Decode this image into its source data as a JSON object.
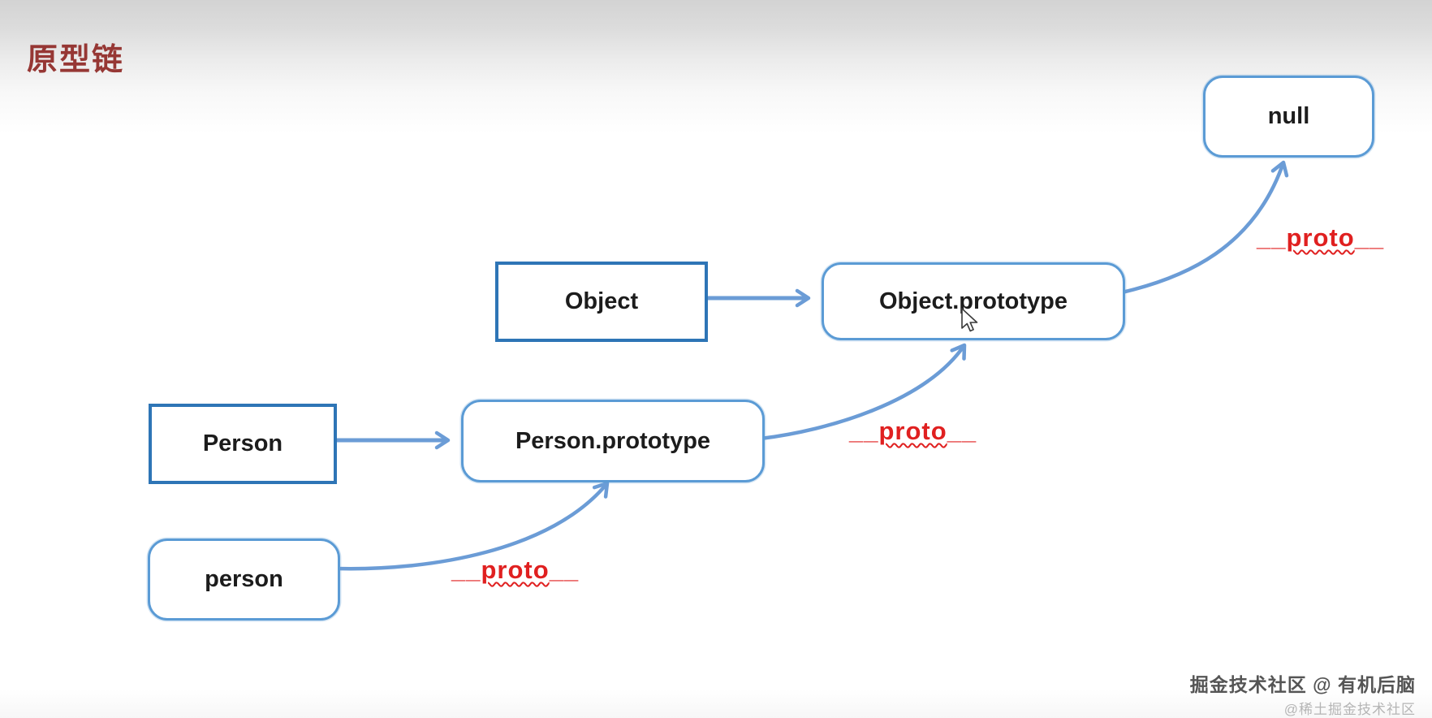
{
  "page": {
    "title": "原型链"
  },
  "nodes": {
    "person": {
      "label": "person"
    },
    "Person": {
      "label": "Person"
    },
    "personProto": {
      "label": "Person.prototype"
    },
    "Object": {
      "label": "Object"
    },
    "objectProto": {
      "label": "Object.prototype"
    },
    "nullNode": {
      "label": "null"
    }
  },
  "proto_label": {
    "prefix": "__",
    "word": "proto",
    "suffix": "__"
  },
  "watermark": {
    "line1": "掘金技术社区 @ 有机后脑",
    "line2": "@稀土掘金技术社区"
  },
  "colors": {
    "title_red": "#963734",
    "rect_border_blue": "#2e75b6",
    "rounded_border_blue": "#5b9bd5",
    "arrow_blue": "#6b9cd6",
    "proto_red": "#e02020",
    "node_text": "#1c1c1c"
  }
}
